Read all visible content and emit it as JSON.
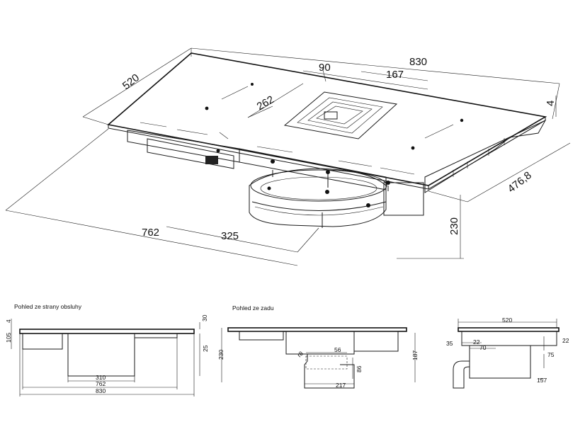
{
  "iso_view": {
    "dimensions": {
      "width": "830",
      "depth": "520",
      "vent_width": "90",
      "vent_inner": "167",
      "vent_depth": "262",
      "thickness": "4",
      "cutout_width": "762",
      "cutout_depth": "476,8",
      "motor_offset": "325",
      "total_height": "230"
    }
  },
  "front_view": {
    "caption": "Pohled ze strany obsluhy",
    "dimensions": {
      "top_thickness": "4",
      "left_height": "105",
      "right_top": "30",
      "right_mid": "25",
      "motor_width": "310",
      "cutout_width": "762",
      "total_width": "830"
    }
  },
  "rear_view": {
    "caption": "Pohled ze zadu",
    "dimensions": {
      "height": "230",
      "radius": "r8",
      "duct_width": "56",
      "duct_height": "86",
      "outlet_width": "217",
      "right_height": "187"
    }
  },
  "side_view": {
    "dimensions": {
      "depth": "520",
      "left_offset": "35",
      "offset_22_left": "22",
      "offset_70": "70",
      "offset_22_right": "22",
      "height_75": "75",
      "height_157": "157"
    }
  }
}
